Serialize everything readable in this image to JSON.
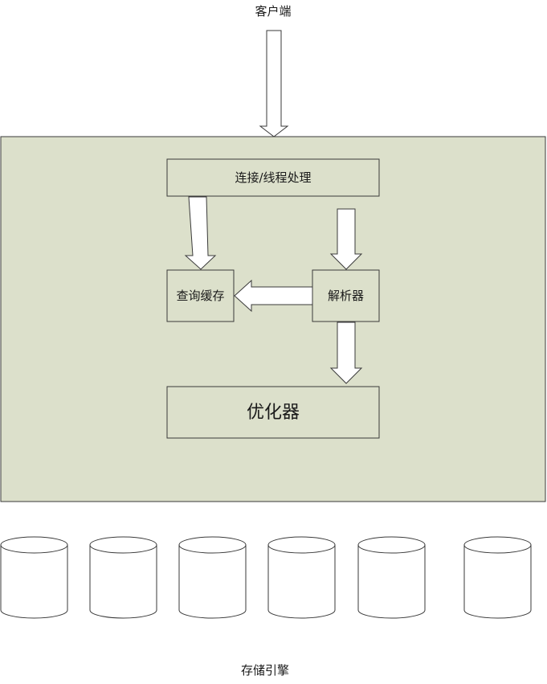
{
  "client": {
    "label": "客户端"
  },
  "server": {
    "connection_box": {
      "label": "连接/线程处理"
    },
    "query_cache_box": {
      "label": "查询缓存"
    },
    "parser_box": {
      "label": "解析器"
    },
    "optimizer_box": {
      "label": "优化器"
    }
  },
  "storage": {
    "label": "存储引擎",
    "engine_count": 6
  },
  "colors": {
    "server_fill": "#dce0cb",
    "stroke": "#3a3a3a",
    "arrow_fill": "#ffffff",
    "cylinder_fill": "#ffffff"
  }
}
